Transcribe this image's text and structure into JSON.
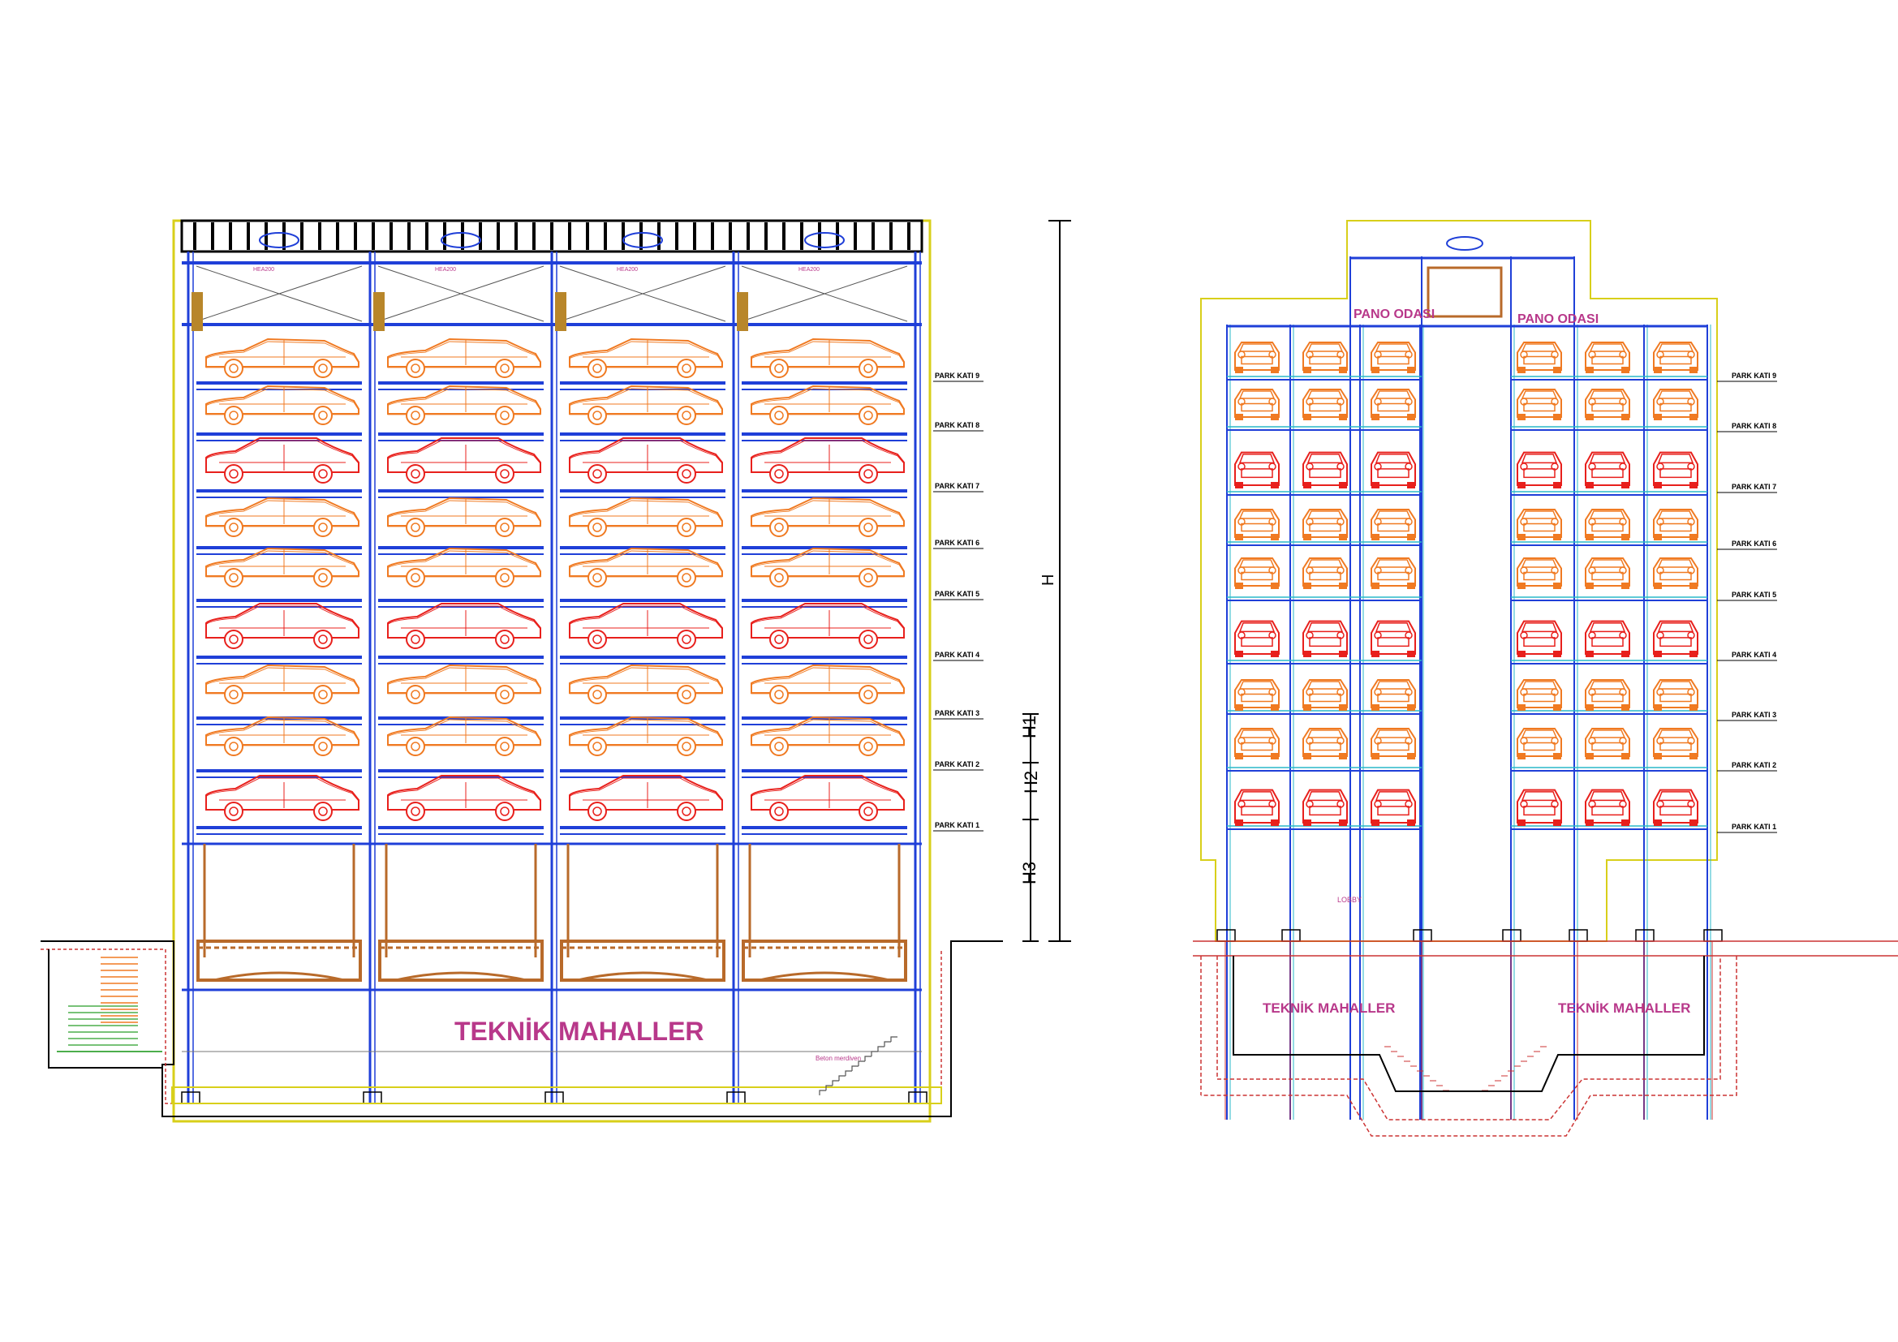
{
  "left_section": {
    "floors": [
      "PARK KATI 1",
      "PARK KATI 2",
      "PARK KATI 3",
      "PARK KATI 4",
      "PARK KATI 5",
      "PARK KATI 6",
      "PARK KATI 7",
      "PARK KATI 8",
      "PARK KATI 9"
    ],
    "technical_label": "TEKNİK  MAHALLER",
    "dimension_H": "H",
    "dimension_H1": "H1",
    "dimension_H2": "H2",
    "dimension_H3": "H3",
    "beam_label": "HEA200",
    "stair_note": "Beton merdiven",
    "columns": 4
  },
  "right_section": {
    "floors": [
      "PARK KATI 1",
      "PARK KATI 2",
      "PARK KATI 3",
      "PARK KATI 4",
      "PARK KATI 5",
      "PARK KATI 6",
      "PARK KATI 7",
      "PARK KATI 8",
      "PARK KATI 9"
    ],
    "pano_left": "PANO ODASI",
    "pano_right": "PANO ODASI",
    "lobby": "LOBBY",
    "tech_left": "TEKNİK  MAHALLER",
    "tech_right": "TEKNİK  MAHALLER",
    "columns_per_side": 3
  },
  "colors": {
    "structure": "#1f3fd8",
    "car_sedan": "#f07a22",
    "car_suv": "#e8201c",
    "outline": "#d8cf1a",
    "magenta": "#b8388a",
    "ground": "#cc3333",
    "lift": "#b86a2a",
    "cyan": "#2ab8c8"
  }
}
